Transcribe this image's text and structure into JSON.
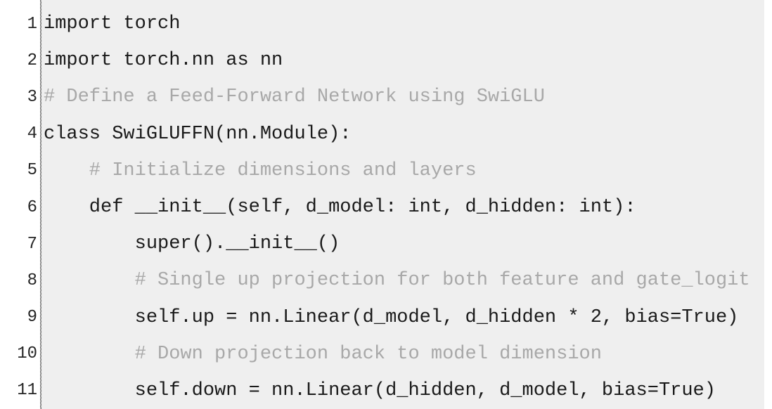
{
  "code_viewer": {
    "language": "python",
    "colors": {
      "code_background": "#efefef",
      "gutter_background": "#ffffff",
      "code_text": "#1a1a1a",
      "comment_text": "#a8a8a8",
      "line_number_text": "#262626",
      "divider": "#2b2b2b"
    },
    "lines": [
      {
        "number": "1",
        "kind": "code",
        "text": "import torch"
      },
      {
        "number": "2",
        "kind": "code",
        "text": "import torch.nn as nn"
      },
      {
        "number": "3",
        "kind": "comment",
        "text": "# Define a Feed-Forward Network using SwiGLU"
      },
      {
        "number": "4",
        "kind": "code",
        "text": "class SwiGLUFFN(nn.Module):"
      },
      {
        "number": "5",
        "kind": "comment",
        "text": "    # Initialize dimensions and layers"
      },
      {
        "number": "6",
        "kind": "code",
        "text": "    def __init__(self, d_model: int, d_hidden: int):"
      },
      {
        "number": "7",
        "kind": "code",
        "text": "        super().__init__()"
      },
      {
        "number": "8",
        "kind": "comment",
        "text": "        # Single up projection for both feature and gate_logit"
      },
      {
        "number": "9",
        "kind": "code",
        "text": "        self.up = nn.Linear(d_model, d_hidden * 2, bias=True)"
      },
      {
        "number": "10",
        "kind": "comment",
        "text": "        # Down projection back to model dimension"
      },
      {
        "number": "11",
        "kind": "code",
        "text": "        self.down = nn.Linear(d_hidden, d_model, bias=True)"
      }
    ]
  }
}
